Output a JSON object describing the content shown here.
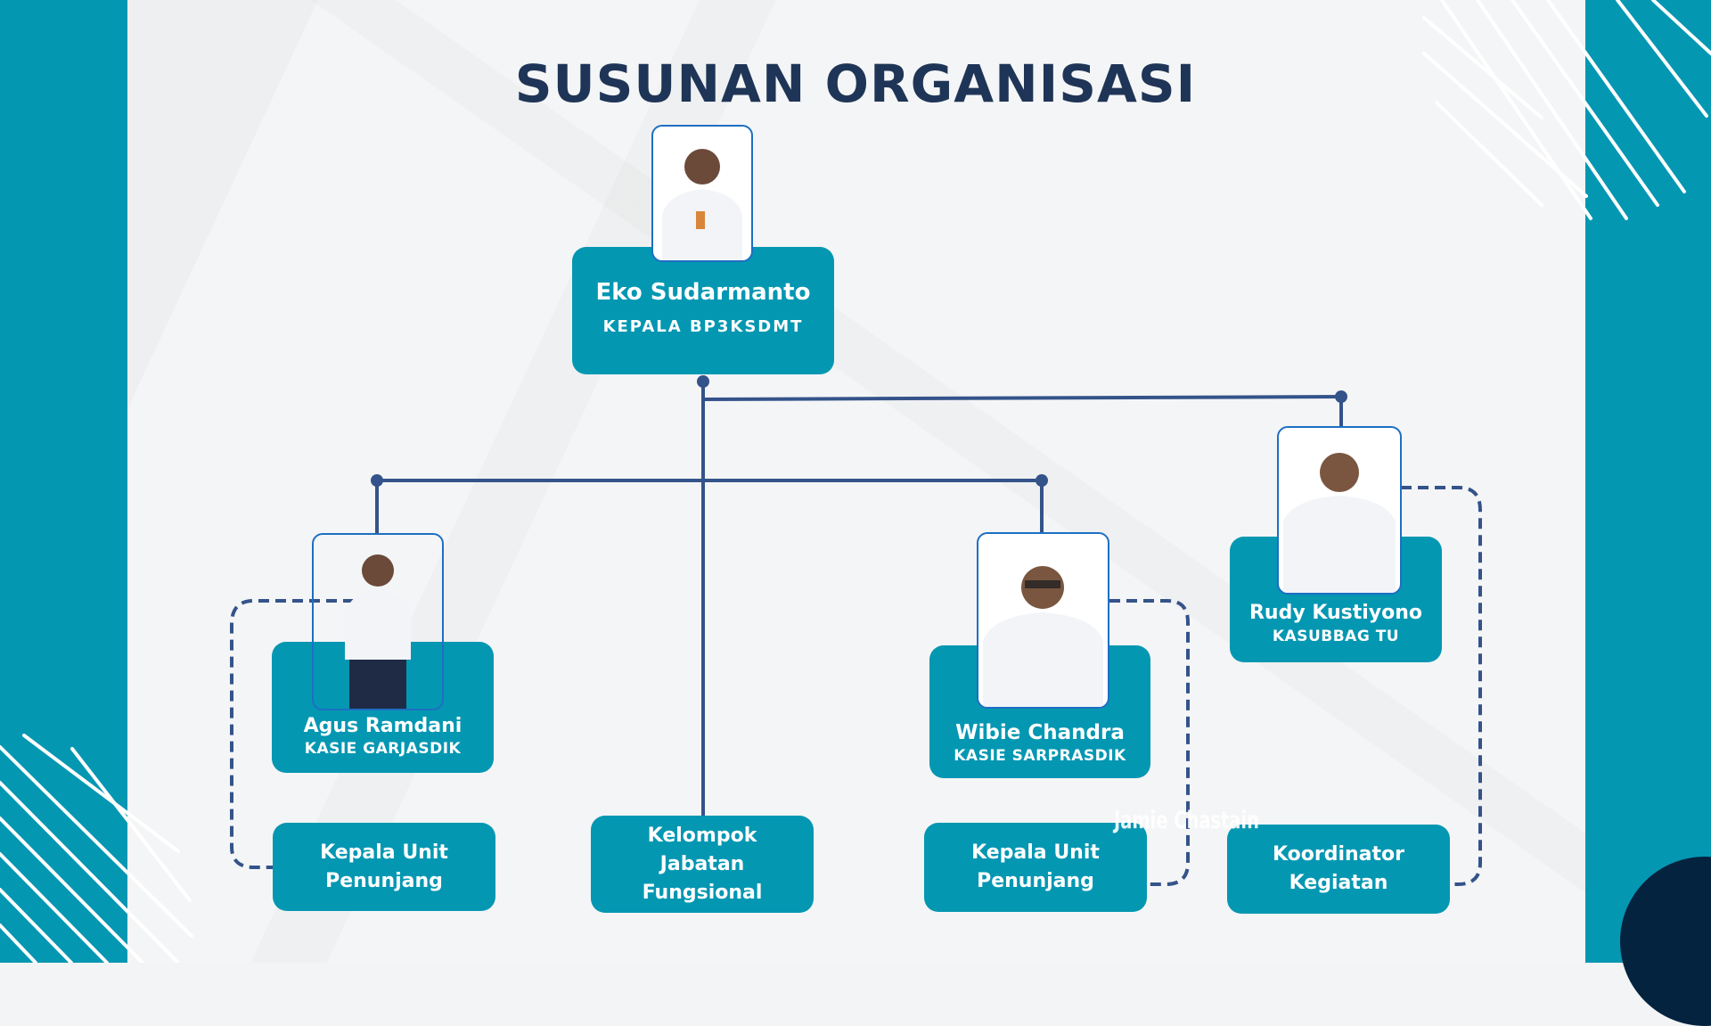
{
  "title": "SUSUNAN ORGANISASI",
  "colors": {
    "teal": "#0497b2",
    "navy": "#1f3557",
    "line": "#34538a",
    "dark_circle": "#04233f",
    "photo_border": "#1d6fc4"
  },
  "head": {
    "name": "Eko Sudarmanto",
    "role": "KEPALA BP3KSDMT",
    "photo": "person-photo"
  },
  "members": [
    {
      "name": "Agus Ramdani",
      "role": "KASIE GARJASDIK",
      "photo": "person-photo"
    },
    {
      "name": "Wibie Chandra",
      "role": "KASIE SARPRASDIK",
      "photo": "person-photo"
    },
    {
      "name": "Rudy Kustiyono",
      "role": "KASUBBAG TU",
      "photo": "person-photo"
    }
  ],
  "units": [
    {
      "lines": [
        "Kepala Unit",
        "Penunjang"
      ]
    },
    {
      "lines": [
        "Kelompok",
        "Jabatan",
        "Fungsional"
      ]
    },
    {
      "lines": [
        "Kepala Unit",
        "Penunjang"
      ]
    },
    {
      "lines": [
        "Koordinator",
        "Kegiatan"
      ]
    }
  ],
  "watermark": "Jamie Chastain"
}
